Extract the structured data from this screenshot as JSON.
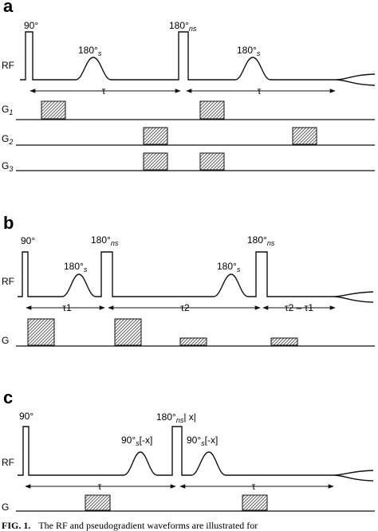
{
  "panels": [
    {
      "letter": "a",
      "rf_label": "RF",
      "pulses": [
        {
          "main": "90°",
          "sub": ""
        },
        {
          "main": "180°",
          "sub": "s"
        },
        {
          "main": "180°",
          "sub": "ns"
        },
        {
          "main": "180°",
          "sub": "s"
        }
      ],
      "intervals": [
        "τ",
        "τ"
      ],
      "gradients": [
        {
          "main": "G",
          "sub": "1"
        },
        {
          "main": "G",
          "sub": "2"
        },
        {
          "main": "G",
          "sub": "3"
        }
      ]
    },
    {
      "letter": "b",
      "rf_label": "RF",
      "pulses": [
        {
          "main": "90°",
          "sub": ""
        },
        {
          "main": "180°",
          "sub": "ns"
        },
        {
          "main": "180°",
          "sub": "s"
        },
        {
          "main": "180°",
          "sub": "s"
        },
        {
          "main": "180°",
          "sub": "ns"
        }
      ],
      "intervals": [
        "τ1",
        "τ2",
        "τ2 – τ1"
      ],
      "gradients": [
        {
          "main": "G",
          "sub": ""
        }
      ]
    },
    {
      "letter": "c",
      "rf_label": "RF",
      "pulses": [
        {
          "main": "90°",
          "sub": ""
        },
        {
          "main": "180°",
          "sub": "ns",
          "tail": "| x|"
        },
        {
          "main": "90°",
          "sub": "s",
          "tail": "[-x]"
        },
        {
          "main": "90°",
          "sub": "s",
          "tail": "[-x]"
        }
      ],
      "intervals": [
        "τ",
        "τ"
      ],
      "gradients": [
        {
          "main": "G",
          "sub": ""
        }
      ]
    }
  ],
  "caption": {
    "lead": "FIG. 1.",
    "text": "The RF and pseudogradient waveforms are illustrated for"
  }
}
